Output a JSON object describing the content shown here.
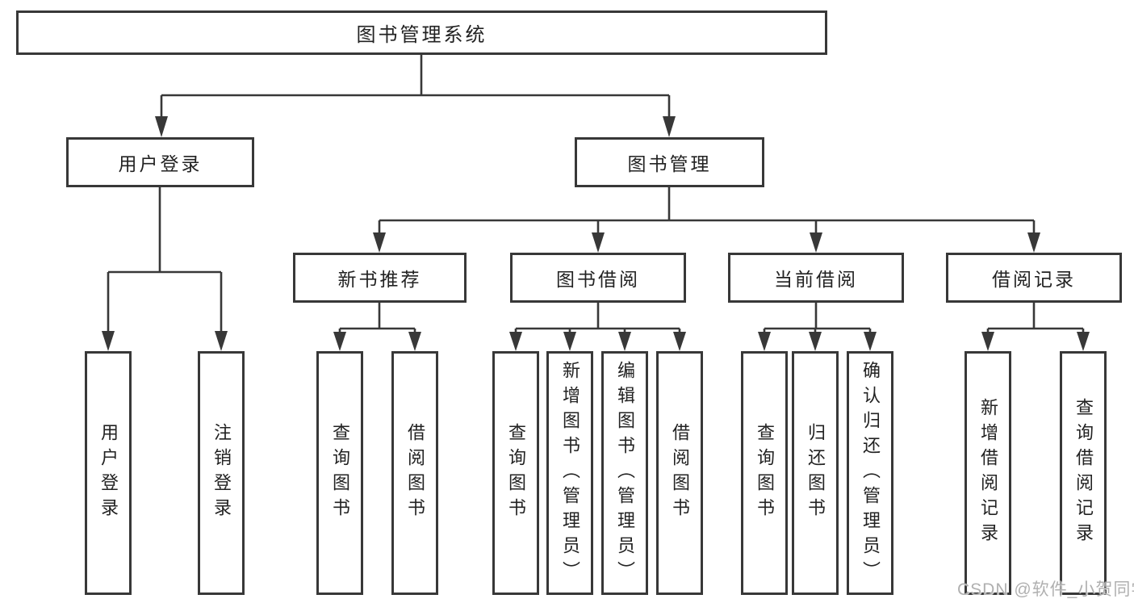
{
  "colors": {
    "line": "#383838",
    "box_border": "#383838",
    "box_fill": "#ffffff",
    "text": "#222222",
    "watermark": "#b0b0b0",
    "background": "#ffffff"
  },
  "watermark": {
    "text": "CSDN @软件_小贺同学"
  },
  "tree": {
    "label": "图书管理系统",
    "children": [
      {
        "label": "用户登录",
        "children": [
          {
            "label": "用户登录"
          },
          {
            "label": "注销登录"
          }
        ]
      },
      {
        "label": "图书管理",
        "children": [
          {
            "label": "新书推荐",
            "children": [
              {
                "label": "查询图书"
              },
              {
                "label": "借阅图书"
              }
            ]
          },
          {
            "label": "图书借阅",
            "children": [
              {
                "label": "查询图书"
              },
              {
                "label": "新增图书（管理员）"
              },
              {
                "label": "编辑图书（管理员）"
              },
              {
                "label": "借阅图书"
              }
            ]
          },
          {
            "label": "当前借阅",
            "children": [
              {
                "label": "查询图书"
              },
              {
                "label": "归还图书"
              },
              {
                "label": "确认归还（管理员）"
              }
            ]
          },
          {
            "label": "借阅记录",
            "children": [
              {
                "label": "新增借阅记录"
              },
              {
                "label": "查询借阅记录"
              }
            ]
          }
        ]
      }
    ]
  }
}
